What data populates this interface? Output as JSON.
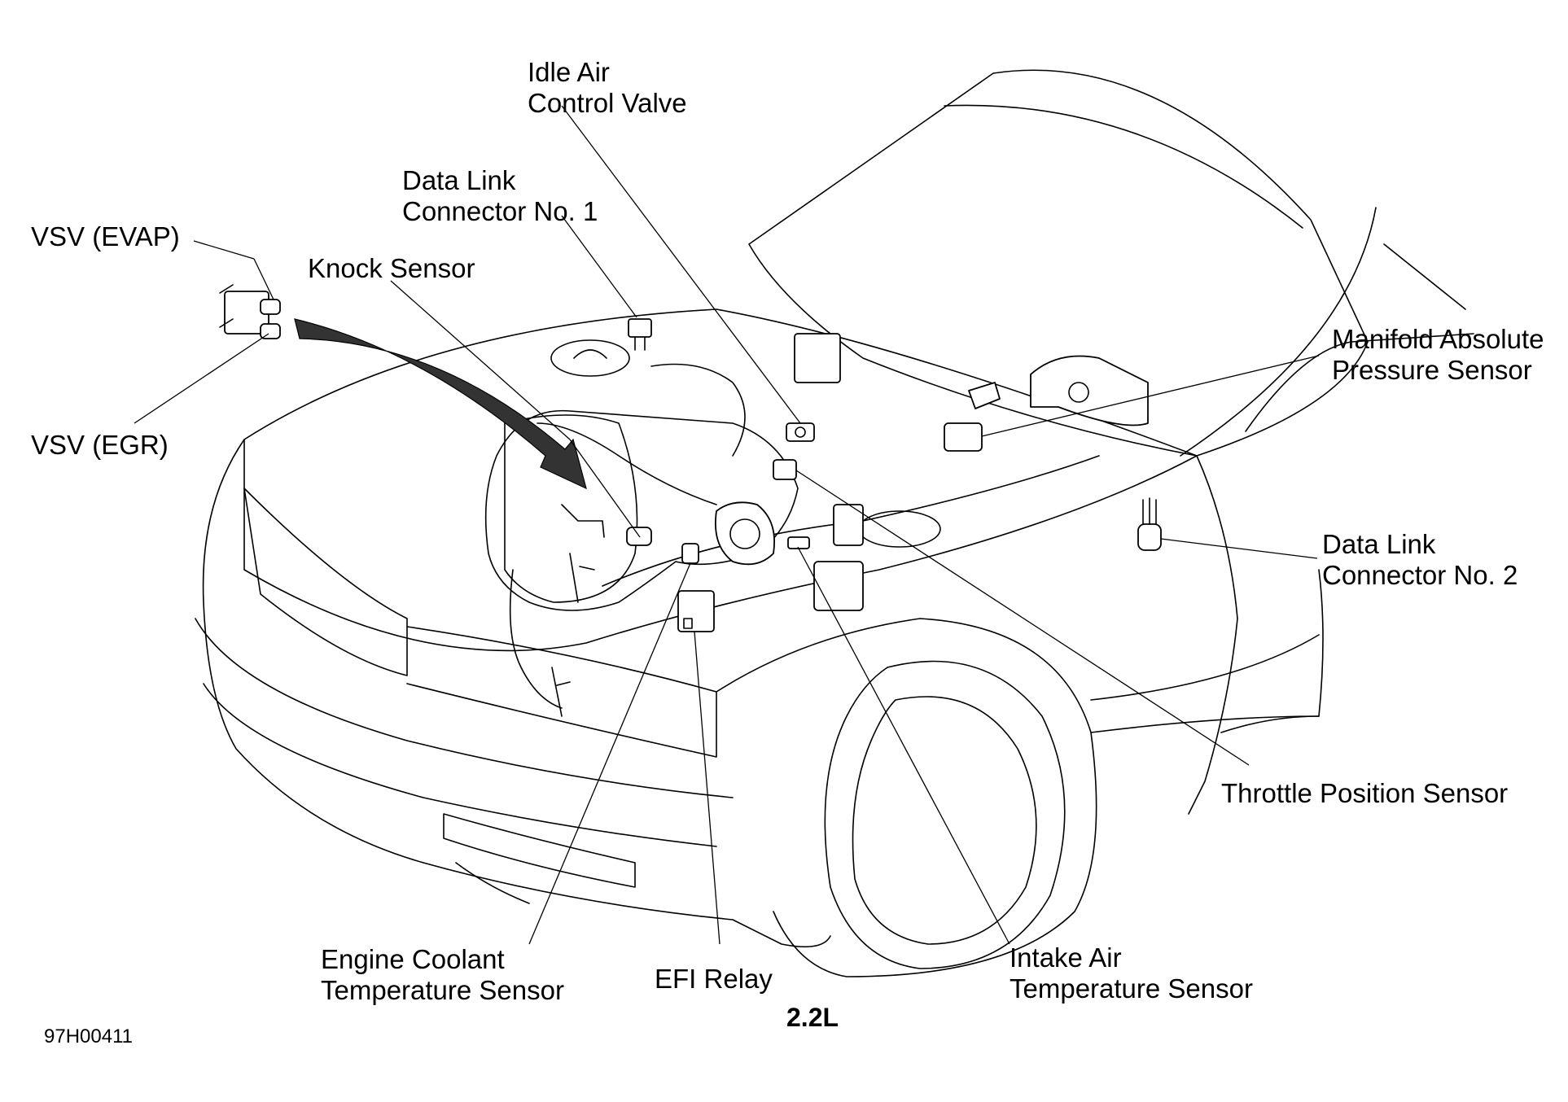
{
  "diagram": {
    "subtitle": "2.2L",
    "figure_code": "97H00411",
    "labels": {
      "idle_air_control_valve": [
        "Idle Air",
        "Control Valve"
      ],
      "data_link_connector_1": [
        "Data Link",
        "Connector No. 1"
      ],
      "vsv_evap": [
        "VSV (EVAP)"
      ],
      "knock_sensor": [
        "Knock Sensor"
      ],
      "vsv_egr": [
        "VSV (EGR)"
      ],
      "manifold_absolute_pressure_sensor": [
        "Manifold Absolute",
        "Pressure Sensor"
      ],
      "data_link_connector_2": [
        "Data Link",
        "Connector No. 2"
      ],
      "throttle_position_sensor": [
        "Throttle Position Sensor"
      ],
      "engine_coolant_temperature_sensor": [
        "Engine Coolant",
        "Temperature Sensor"
      ],
      "efi_relay": [
        "EFI Relay"
      ],
      "intake_air_temperature_sensor": [
        "Intake Air",
        "Temperature Sensor"
      ]
    }
  }
}
